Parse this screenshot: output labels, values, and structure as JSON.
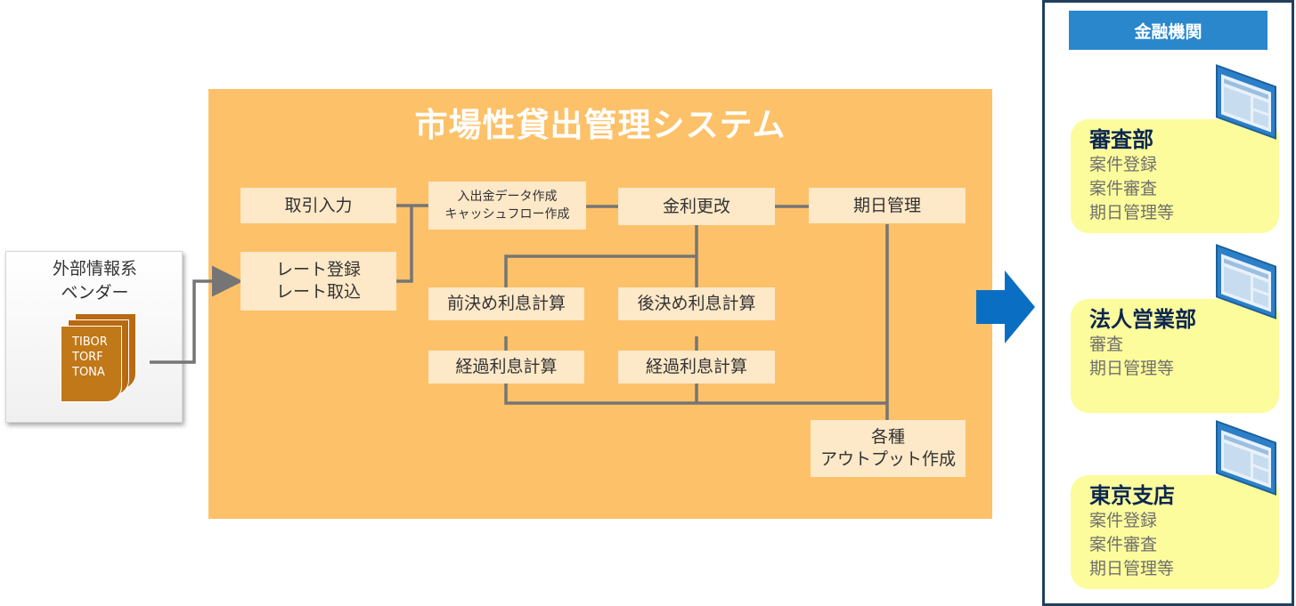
{
  "vendor": {
    "title_line1": "外部情報系",
    "title_line2": "ベンダー",
    "docs": [
      "TIBOR",
      "TORF",
      "TONA"
    ]
  },
  "system": {
    "title": "市場性貸出管理システム",
    "nodes": {
      "trade_input": "取引入力",
      "rate_line1": "レート登録",
      "rate_line2": "レート取込",
      "cash_line1": "入出金データ作成",
      "cash_line2": "キャッシュフロー作成",
      "rate_revision": "金利更改",
      "due_mgmt": "期日管理",
      "prepaid_interest": "前決め利息計算",
      "postpaid_interest": "後決め利息計算",
      "accrued_interest_1": "経過利息計算",
      "accrued_interest_2": "経過利息計算",
      "output_line1": "各種",
      "output_line2": "アウトプット作成"
    }
  },
  "bank": {
    "title": "金融機関",
    "departments": [
      {
        "name": "審査部",
        "items": [
          "案件登録",
          "案件審査",
          "期日管理等"
        ]
      },
      {
        "name": "法人営業部",
        "items": [
          "審査",
          "期日管理等"
        ]
      },
      {
        "name": "東京支店",
        "items": [
          "案件登録",
          "案件審査",
          "期日管理等"
        ]
      }
    ]
  },
  "colors": {
    "system_bg": "#fdc169",
    "node_bg": "#fde8c8",
    "connector": "#757575",
    "arrow": "#0a6fc2",
    "bank_border": "#20405e",
    "bank_title_bg": "#2a87cc",
    "dept_bg": "#fcfc9c",
    "doc_color": "#c07818"
  }
}
